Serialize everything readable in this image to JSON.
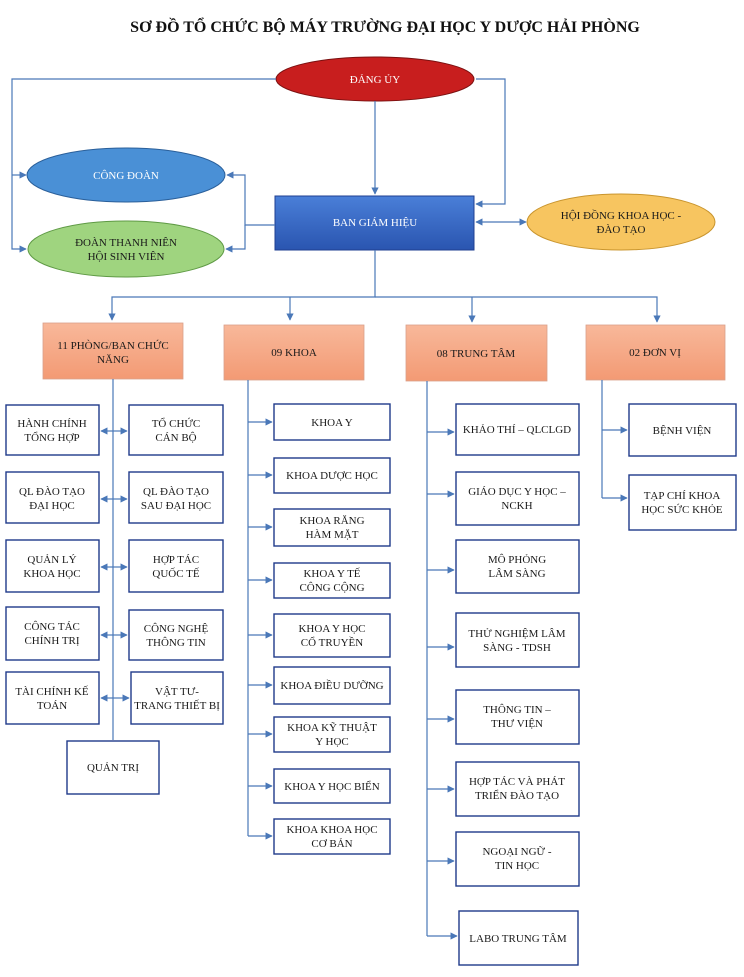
{
  "title": "SƠ ĐỒ TỔ CHỨC BỘ MÁY TRƯỜNG ĐẠI HỌC Y DƯỢC HẢI PHÒNG",
  "top": {
    "dang_uy": "ĐẢNG ỦY",
    "cong_doan": "CÔNG ĐOÀN",
    "doan_thanh_nien": [
      "ĐOÀN THANH NIÊN",
      "HỘI SINH VIÊN"
    ],
    "ban_giam_hieu": "BAN GIÁM HIỆU",
    "hoi_dong": [
      "HỘI ĐỒNG KHOA HỌC -",
      "ĐÀO TẠO"
    ]
  },
  "categories": [
    [
      "11 PHÒNG/BAN CHỨC",
      "NĂNG"
    ],
    [
      "09 KHOA"
    ],
    [
      "08 TRUNG TÂM"
    ],
    [
      "02 ĐƠN VỊ"
    ]
  ],
  "phong_ban": [
    [
      "HÀNH CHÍNH",
      "TỔNG HỢP"
    ],
    [
      "TỔ CHỨC",
      "CÁN BỘ"
    ],
    [
      "QL ĐÀO TẠO",
      "ĐẠI HỌC"
    ],
    [
      "QL ĐÀO TẠO",
      "SAU ĐẠI HỌC"
    ],
    [
      "QUẢN LÝ",
      "KHOA HỌC"
    ],
    [
      "HỢP TÁC",
      "QUỐC TẾ"
    ],
    [
      "CÔNG TÁC",
      "CHÍNH TRỊ"
    ],
    [
      "CÔNG NGHỆ",
      "THÔNG TIN"
    ],
    [
      "TÀI CHÍNH KẾ",
      "TOÁN"
    ],
    [
      "VẬT TƯ-",
      "TRANG THIẾT BỊ"
    ],
    [
      "QUẢN TRỊ"
    ]
  ],
  "khoa": [
    [
      "KHOA Y"
    ],
    [
      "KHOA DƯỢC HỌC"
    ],
    [
      "KHOA RĂNG",
      "HÀM MẶT"
    ],
    [
      "KHOA Y TẾ",
      "CÔNG CỘNG"
    ],
    [
      "KHOA Y HỌC",
      "CỔ TRUYỀN"
    ],
    [
      "KHOA ĐIỀU DƯỠNG"
    ],
    [
      "KHOA KỸ THUẬT",
      "Y HỌC"
    ],
    [
      "KHOA Y HỌC BIỂN"
    ],
    [
      "KHOA KHOA HỌC",
      "CƠ BẢN"
    ]
  ],
  "trung_tam": [
    [
      "KHẢO THÍ – QLCLGD"
    ],
    [
      "GIÁO DỤC Y HỌC –",
      "NCKH"
    ],
    [
      "MÔ PHỎNG",
      "LÂM SÀNG"
    ],
    [
      "THỬ NGHIỆM LÂM",
      "SÀNG - TDSH"
    ],
    [
      "THÔNG TIN –",
      "THƯ VIỆN"
    ],
    [
      "HỢP TÁC VÀ  PHÁT",
      "TRIỂN ĐÀO TẠO"
    ],
    [
      "NGOẠI NGỮ -",
      "TIN HỌC"
    ],
    [
      "LABO TRUNG TÂM"
    ]
  ],
  "don_vi": [
    [
      "BỆNH VIỆN"
    ],
    [
      "TẠP CHÍ KHOA",
      "HỌC SỨC KHỎE"
    ]
  ],
  "colors": {
    "dang_uy": "#c81e1e",
    "cong_doan": "#4a90d6",
    "doan_thanh_nien": "#9fd47f",
    "ban_giam_hieu": "#2f5fc0",
    "hoi_dong": "#f7c560",
    "category": "#f5a582",
    "box_border": "#1f3a8a",
    "connector": "#4a78b8"
  }
}
